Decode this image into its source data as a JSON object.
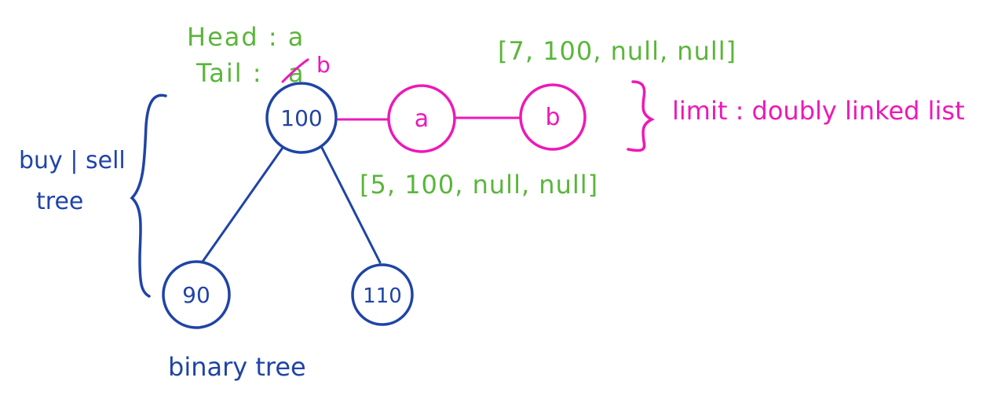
{
  "colors": {
    "tree": "#1f44a8",
    "list": "#ee18b7",
    "note": "#5ab63a",
    "strike": "#ee18b7"
  },
  "head_tail": {
    "head": "Head : a",
    "tail_prefix": "Tail :",
    "tail_old": "a",
    "tail_new": "b"
  },
  "tree": {
    "root": "100",
    "left": "90",
    "right": "110",
    "side_label_line1": "buy | sell",
    "side_label_line2": "tree",
    "caption": "binary tree"
  },
  "list": {
    "node_a": "a",
    "node_b": "b",
    "label": "limit : doubly linked list"
  },
  "arrays": {
    "b_values": "[7, 100, null, null]",
    "a_values": "[5, 100, null, null]"
  }
}
